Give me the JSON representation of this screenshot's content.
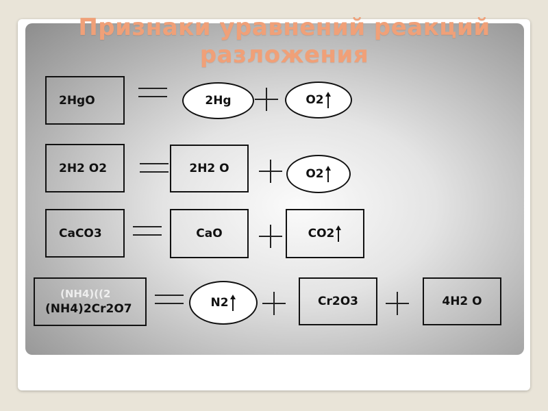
{
  "title": {
    "line1": "Признаки уравнений реакций",
    "line2": "разложения"
  },
  "reactions": {
    "r1": {
      "reactant": "2HgO",
      "product1": "2Hg",
      "product2": "O2"
    },
    "r2": {
      "reactant": "2H2 O2",
      "product1": "2H2 O",
      "product2": "O2"
    },
    "r3": {
      "reactant": "CaCO3",
      "product1": "CaO",
      "product2": "CO2"
    },
    "r4": {
      "reactant_ghost": "(NH4)((2",
      "reactant": "(NH4)2Cr2O7",
      "product1": "N2",
      "product2": "Cr2O3",
      "product3": "4H2 O"
    }
  },
  "icons": {
    "gas_arrow": "up-arrow-icon",
    "equals": "equals-sign",
    "plus": "plus-sign"
  },
  "colors": {
    "title": "#f0a078",
    "border": "#111111"
  }
}
